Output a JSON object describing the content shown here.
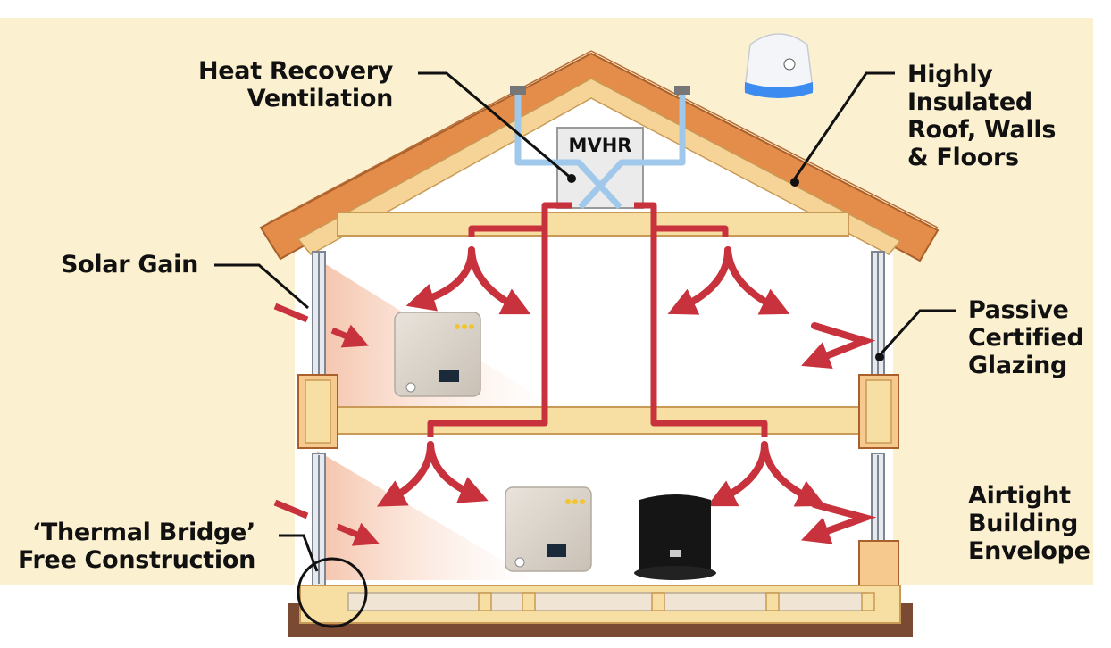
{
  "labels": {
    "heat_recovery": [
      "Heat Recovery",
      "Ventilation"
    ],
    "insulated": [
      "Highly",
      "Insulated",
      "Roof, Walls",
      "& Floors"
    ],
    "solar_gain": [
      "Solar Gain"
    ],
    "glazing": [
      "Passive",
      "Certified",
      "Glazing"
    ],
    "airtight": [
      "Airtight",
      "Building",
      "Envelope"
    ],
    "thermal_bridge": [
      "‘Thermal Bridge’",
      "Free Construction"
    ]
  },
  "unit_label": "MVHR",
  "colors": {
    "background_band": "#fbf0cf",
    "roof_outer": "#e48c4a",
    "roof_inner": "#f6d498",
    "timber": "#f7dea3",
    "timber_edge": "#c99a55",
    "duct_supply": "#c8323c",
    "duct_fresh": "#9fc8ea",
    "solar_ray": "#f6cdb8",
    "glazing_frame": "#7d8690",
    "foundation": "#7a4a33"
  },
  "icons": [
    "wall-mounted-heat-pump-unit-icon",
    "floor-standing-heat-pump-unit-icon",
    "ceiling-sensor-device-icon"
  ]
}
